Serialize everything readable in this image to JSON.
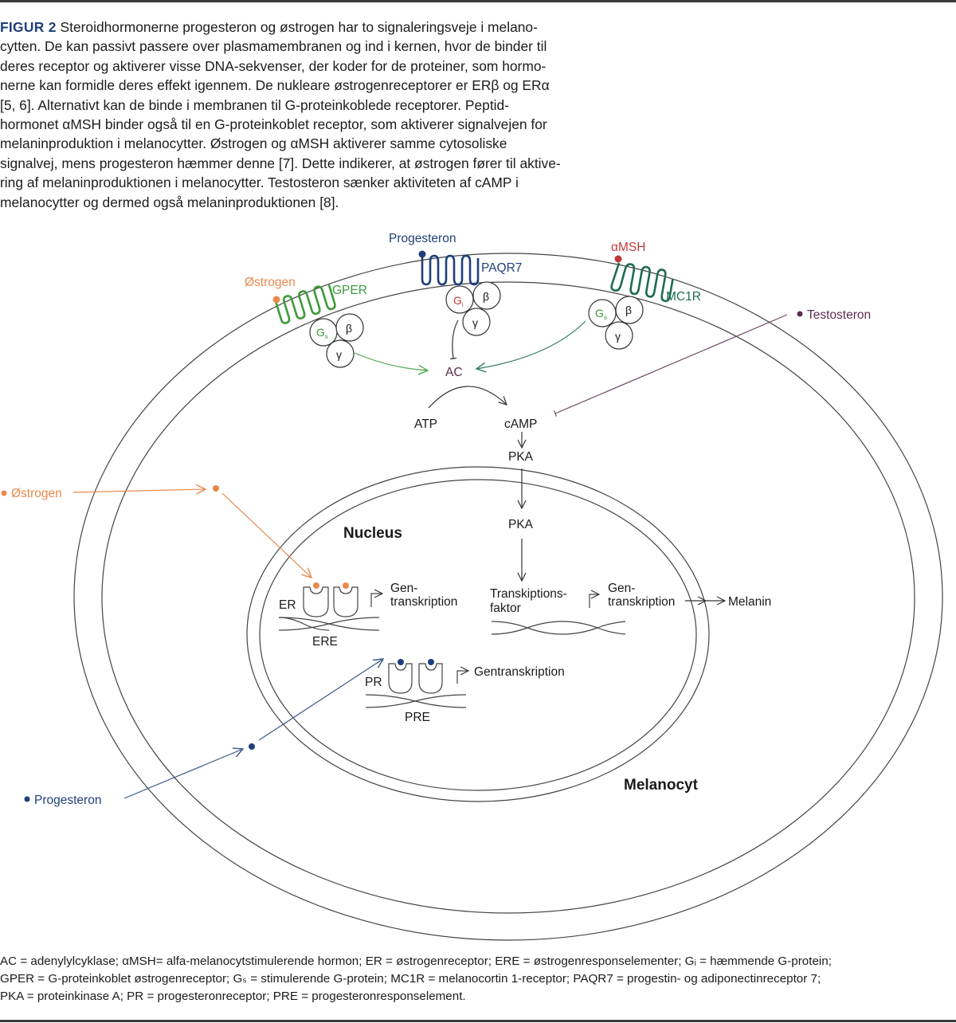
{
  "caption": {
    "figure_label": "FIGUR 2",
    "lines": [
      " Steroidhormonerne progesteron og østrogen har to signaleringsveje i melano-",
      "cytten. De kan passivt passere over plasmamembranen og ind i kernen, hvor de binder til",
      "deres receptor og aktiverer visse DNA-sekvenser, der koder for de proteiner, som hormo-",
      "nerne kan formidle deres effekt igennem. De nukleare østrogenreceptorer er ERβ og ERα",
      "[5, 6]. Alternativt kan de binde i membranen til G-proteinkoblede receptorer. Peptid-",
      "hormonet αMSH binder også til en G-proteinkoblet receptor, som aktiverer signalvejen for",
      "melaninproduktion i melanocytter. Østrogen og αMSH aktiverer samme cytosoliske",
      "signalvej, mens progesteron hæmmer denne [7]. Dette indikerer, at østrogen fører til aktive-",
      "ring af melaninproduktionen i melanocytter. Testosteron sænker aktiviteten af cAMP i",
      "melanocytter og dermed også melaninproduktionen [8]."
    ]
  },
  "colors": {
    "figure_label": "#1f3f7a",
    "estrogen": "#e8894a",
    "progesterone": "#1f3f7a",
    "amsh": "#c0393b",
    "gper": "#3d9a3a",
    "mc1r": "#1f6b55",
    "gs_green": "#3d9a3a",
    "gi_red": "#c0393b",
    "testosterone": "#5b2d4f",
    "ac": "#5b2d4f",
    "line": "#333333"
  },
  "diagram": {
    "membrane_receptors": {
      "estrogen_ligand": "Østrogen",
      "gper": "GPER",
      "progesterone_ligand": "Progesteron",
      "paqr7": "PAQR7",
      "amsh_ligand": "αMSH",
      "mc1r": "MC1R"
    },
    "g_proteins": {
      "gs_alpha": "G",
      "gs_sub": "s",
      "gi_alpha": "G",
      "gi_sub": "i",
      "beta": "β",
      "gamma": "γ"
    },
    "cytosol": {
      "ac": "AC",
      "atp": "ATP",
      "camp": "cAMP",
      "pka_cyto": "PKA",
      "testosterone": "Testosteron",
      "estrogen_external": "Østrogen",
      "progesterone_external": "Progesteron",
      "cell_label": "Melanocyt"
    },
    "nucleus": {
      "title": "Nucleus",
      "pka_nuc": "PKA",
      "er": "ER",
      "ere": "ERE",
      "er_gen_line1": "Gen-",
      "er_gen_line2": "transkription",
      "tf_line1": "Transkiptions-",
      "tf_line2": "faktor",
      "tf_gen_line1": "Gen-",
      "tf_gen_line2": "transkription",
      "melanin": "Melanin",
      "pr": "PR",
      "pre": "PRE",
      "pr_gen": "Gentranskription"
    }
  },
  "footnote": {
    "lines": [
      "AC = adenylylcyklase; αMSH= alfa-melanocytstimulerende hormon; ER = østrogenreceptor; ERE = østrogenresponselementer; Gᵢ = hæmmende G-protein;",
      "GPER = G-proteinkoblet østrogenreceptor; Gₛ = stimulerende G-protein; MC1R = melanocortin 1-receptor; PAQR7 = progestin- og adiponectinreceptor 7;",
      "PKA = proteinkinase A; PR = progesteronreceptor; PRE = progesteronresponselement."
    ]
  }
}
